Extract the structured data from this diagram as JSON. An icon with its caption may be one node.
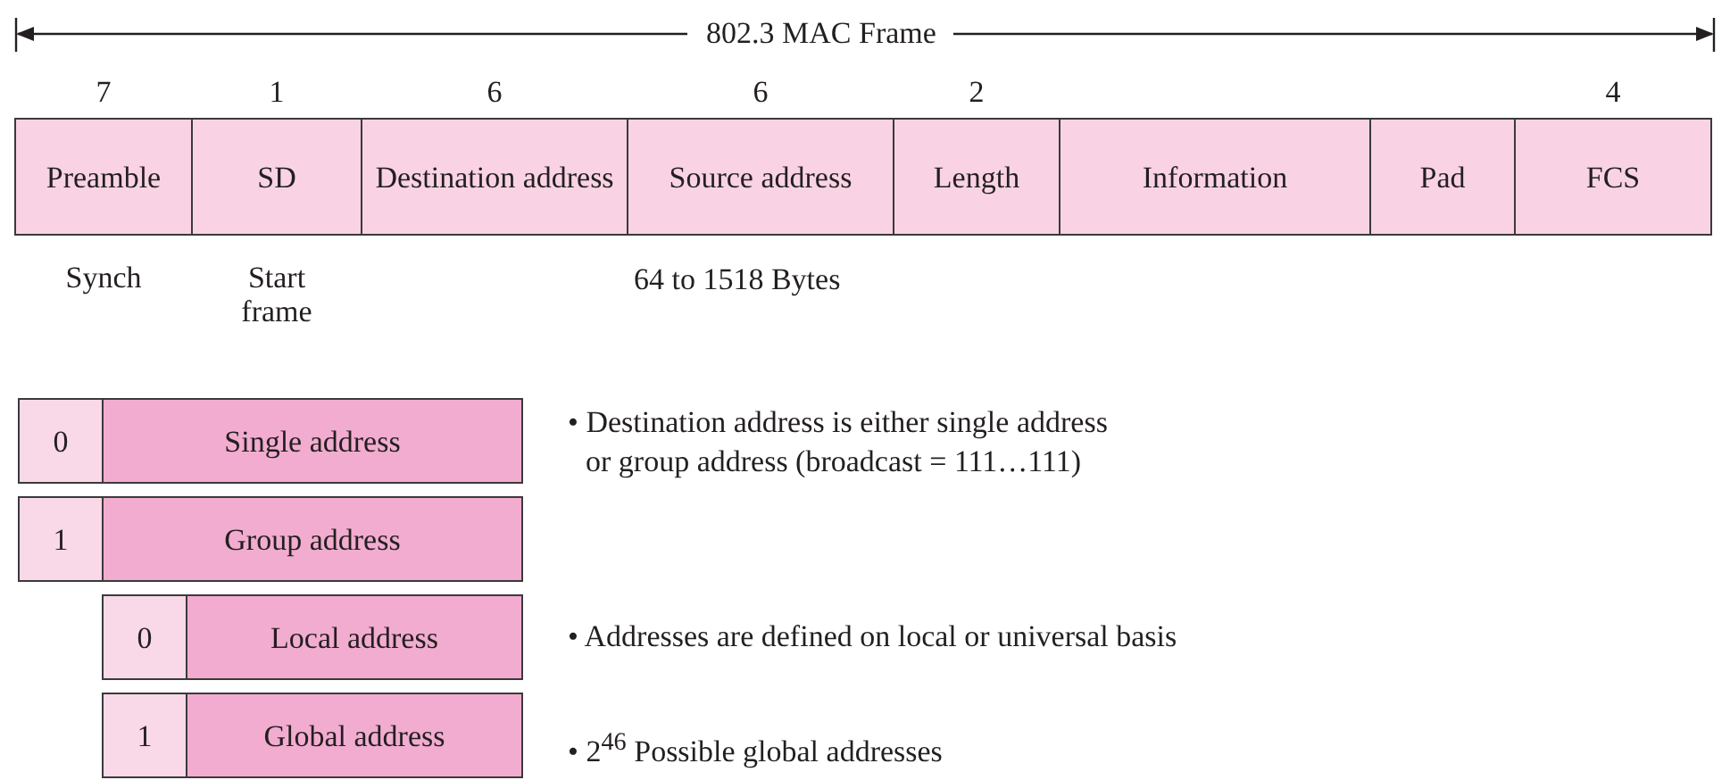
{
  "diagram": {
    "title": "802.3 MAC Frame",
    "nodes": [
      {
        "text": [
          "Preamble"
        ],
        "beside": [
          "7",
          "Synch"
        ]
      },
      {
        "text": [
          "SD"
        ],
        "beside": [
          "1",
          "Start frame"
        ]
      },
      {
        "text": [
          "Destination address"
        ],
        "beside": [
          "6"
        ]
      },
      {
        "text": [
          "Source address"
        ],
        "beside": [
          "6"
        ]
      },
      {
        "text": [
          "Length"
        ],
        "beside": [
          "2"
        ]
      },
      {
        "text": [
          "Information"
        ]
      },
      {
        "text": [
          "Pad"
        ]
      },
      {
        "text": [
          "FCS"
        ],
        "beside": [
          "4"
        ]
      },
      {
        "text": [
          "0"
        ]
      },
      {
        "text": [
          "Single address"
        ]
      },
      {
        "text": [
          "1"
        ]
      },
      {
        "text": [
          "Group address"
        ]
      },
      {
        "text": [
          "0"
        ]
      },
      {
        "text": [
          "Local address"
        ]
      },
      {
        "text": [
          "1"
        ]
      },
      {
        "text": [
          "Global address"
        ]
      }
    ],
    "edges": [],
    "labels": [
      "64 to 1518 Bytes",
      "• Destination address is either single address or group address (broadcast = 111…111)",
      "• Addresses are defined on local or universal basis",
      "• 2$^{46}$ Possible global addresses"
    ]
  }
}
